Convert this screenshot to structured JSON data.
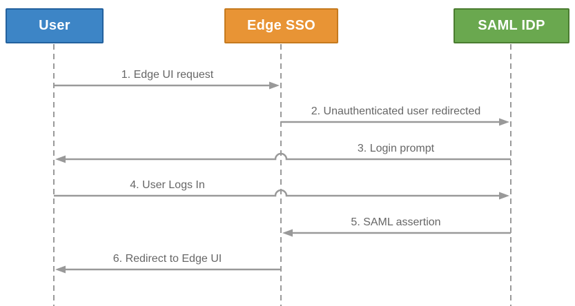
{
  "diagram": {
    "type": "sequence",
    "actors": [
      {
        "id": "user",
        "label": "User",
        "fill": "#3d85c6",
        "border": "#23619e"
      },
      {
        "id": "edge-sso",
        "label": "Edge SSO",
        "fill": "#e89435",
        "border": "#c57a1e"
      },
      {
        "id": "saml-idp",
        "label": "SAML IDP",
        "fill": "#6aa84f",
        "border": "#4a7c30"
      }
    ],
    "messages": [
      {
        "label": "1. Edge UI request",
        "from": "user",
        "to": "edge-sso"
      },
      {
        "label": "2. Unauthenticated user redirected",
        "from": "edge-sso",
        "to": "saml-idp"
      },
      {
        "label": "3. Login prompt",
        "from": "saml-idp",
        "to": "user"
      },
      {
        "label": "4. User Logs In",
        "from": "user",
        "to": "saml-idp"
      },
      {
        "label": "5. SAML assertion",
        "from": "saml-idp",
        "to": "edge-sso"
      },
      {
        "label": "6. Redirect to Edge UI",
        "from": "edge-sso",
        "to": "user"
      }
    ],
    "colors": {
      "line": "#999999",
      "label_text": "#666666",
      "actor_text": "#ffffff",
      "background": "#ffffff"
    }
  }
}
